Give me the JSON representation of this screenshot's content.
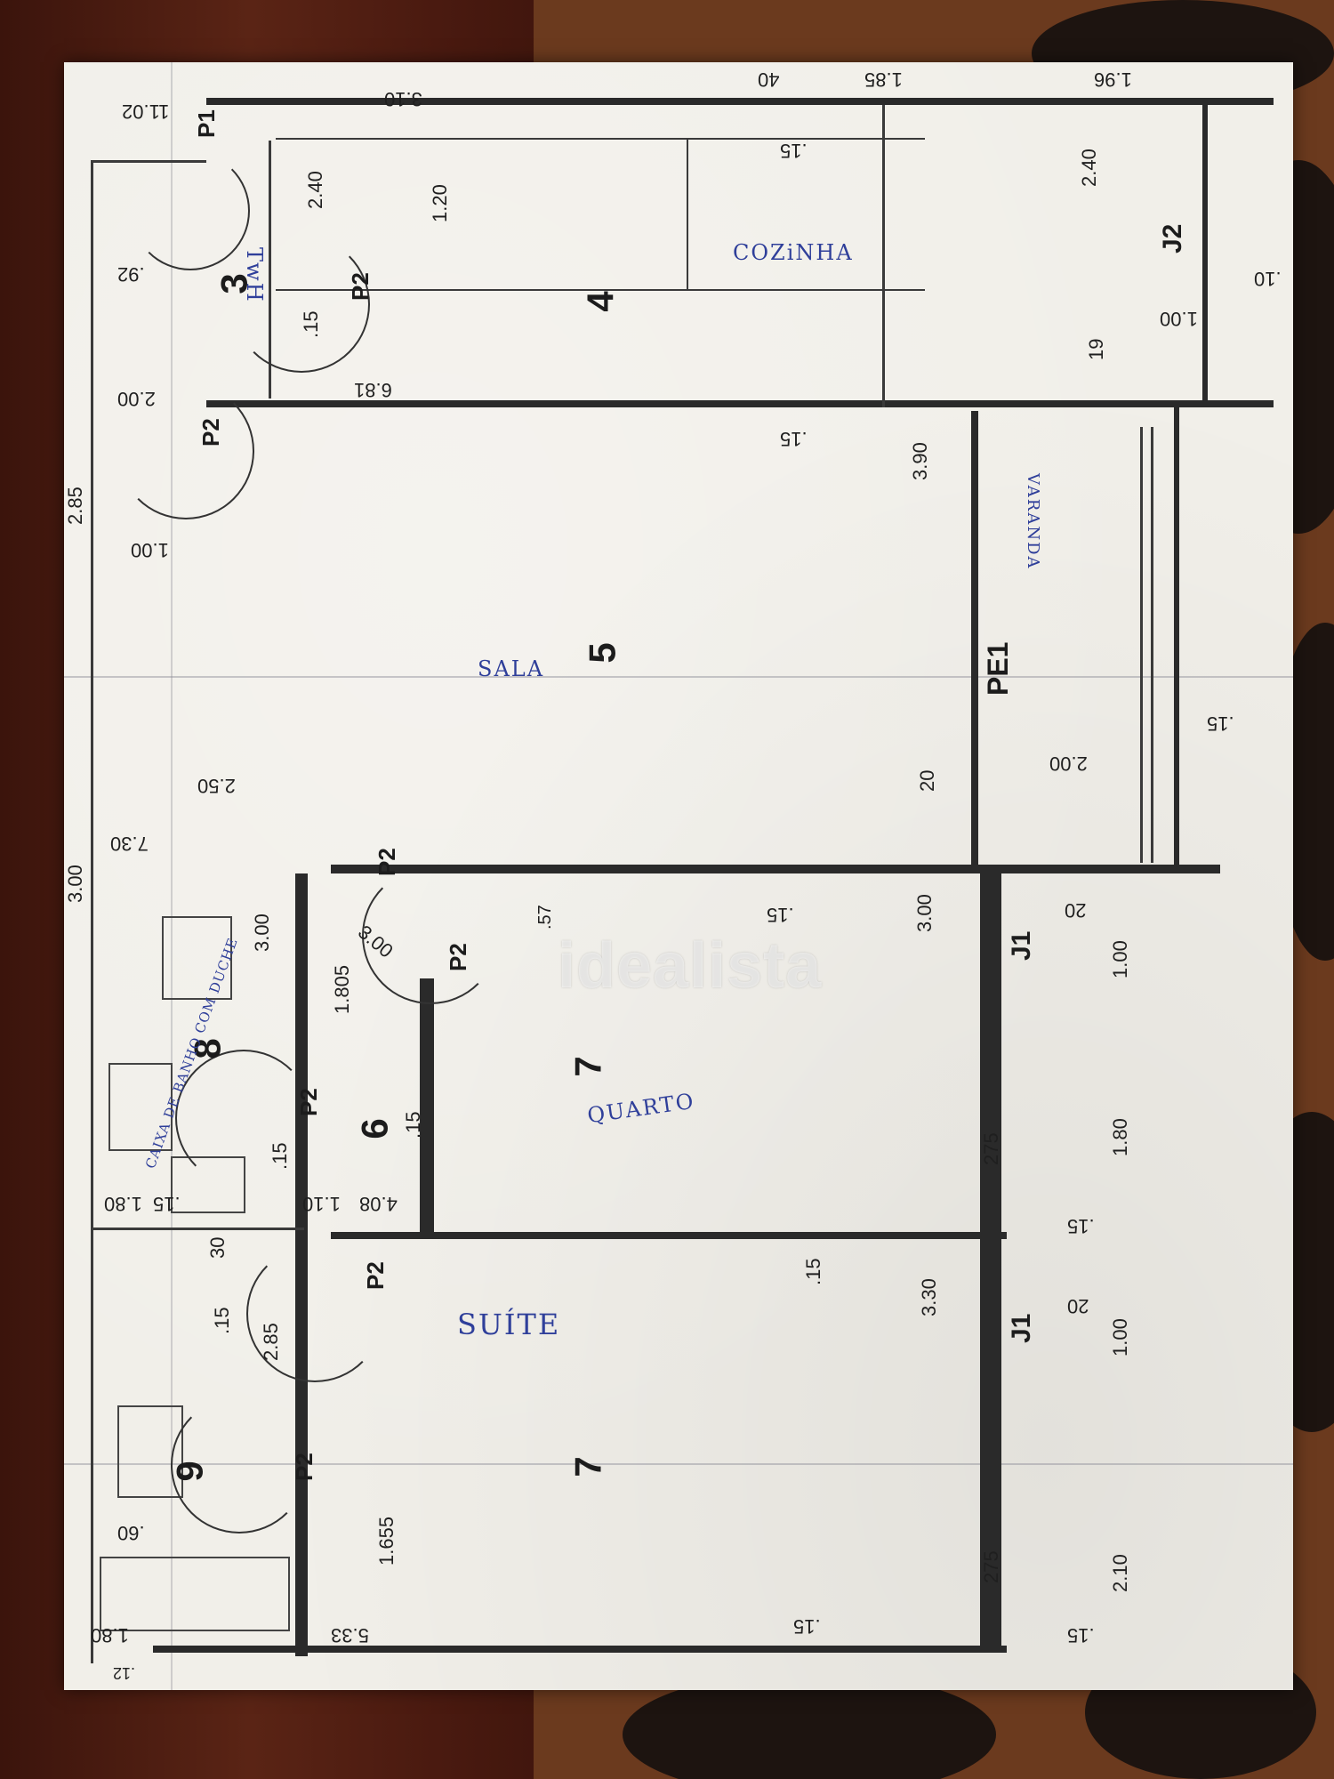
{
  "watermark": "idealista",
  "rooms": {
    "r3": "3",
    "r4": "4",
    "r5": "5",
    "r6": "6",
    "r7a": "7",
    "r7b": "7",
    "r8": "8",
    "r9": "9"
  },
  "handwritten": {
    "cozinha": "COZiNHA",
    "wc": "TwH",
    "sala": "SALA",
    "varanda": "VARANDA",
    "quarto": "QUARTO",
    "caixa": "CAIXA DE BANHO COM DUCHE",
    "suite": "SUÍTE"
  },
  "openings": {
    "p1": "P1",
    "p2": "P2",
    "pe1": "PE1",
    "j1": "J1",
    "j2": "J2"
  },
  "dims": {
    "d_1102": "11.02",
    "d_310": "3.10",
    "d_040": "40",
    "d_185": "1.85",
    "d_196": "1.96",
    "d_15": ".15",
    "d_240": "2.40",
    "d_120": "1.20",
    "d_92": ".92",
    "d_19": "19",
    "d_100": "1.00",
    "d_10": ".10",
    "d_681": "6.81",
    "d_200": "2.00",
    "d_390": "3.90",
    "d_285": "2.85",
    "d_250": "2.50",
    "d_20": "20",
    "d_730": "7.30",
    "d_300": "3.00",
    "d_57": ".57",
    "d_1805": "1.805",
    "d_180": "1.80",
    "d_275": "275",
    "d_110": "1.10",
    "d_408": "4.08",
    "d_30": "30",
    "d_330": "3.30",
    "d_1655": "1.655",
    "d_60": ".60",
    "d_533": "5.33",
    "d_210": "2.10",
    "d_12": ".12"
  }
}
